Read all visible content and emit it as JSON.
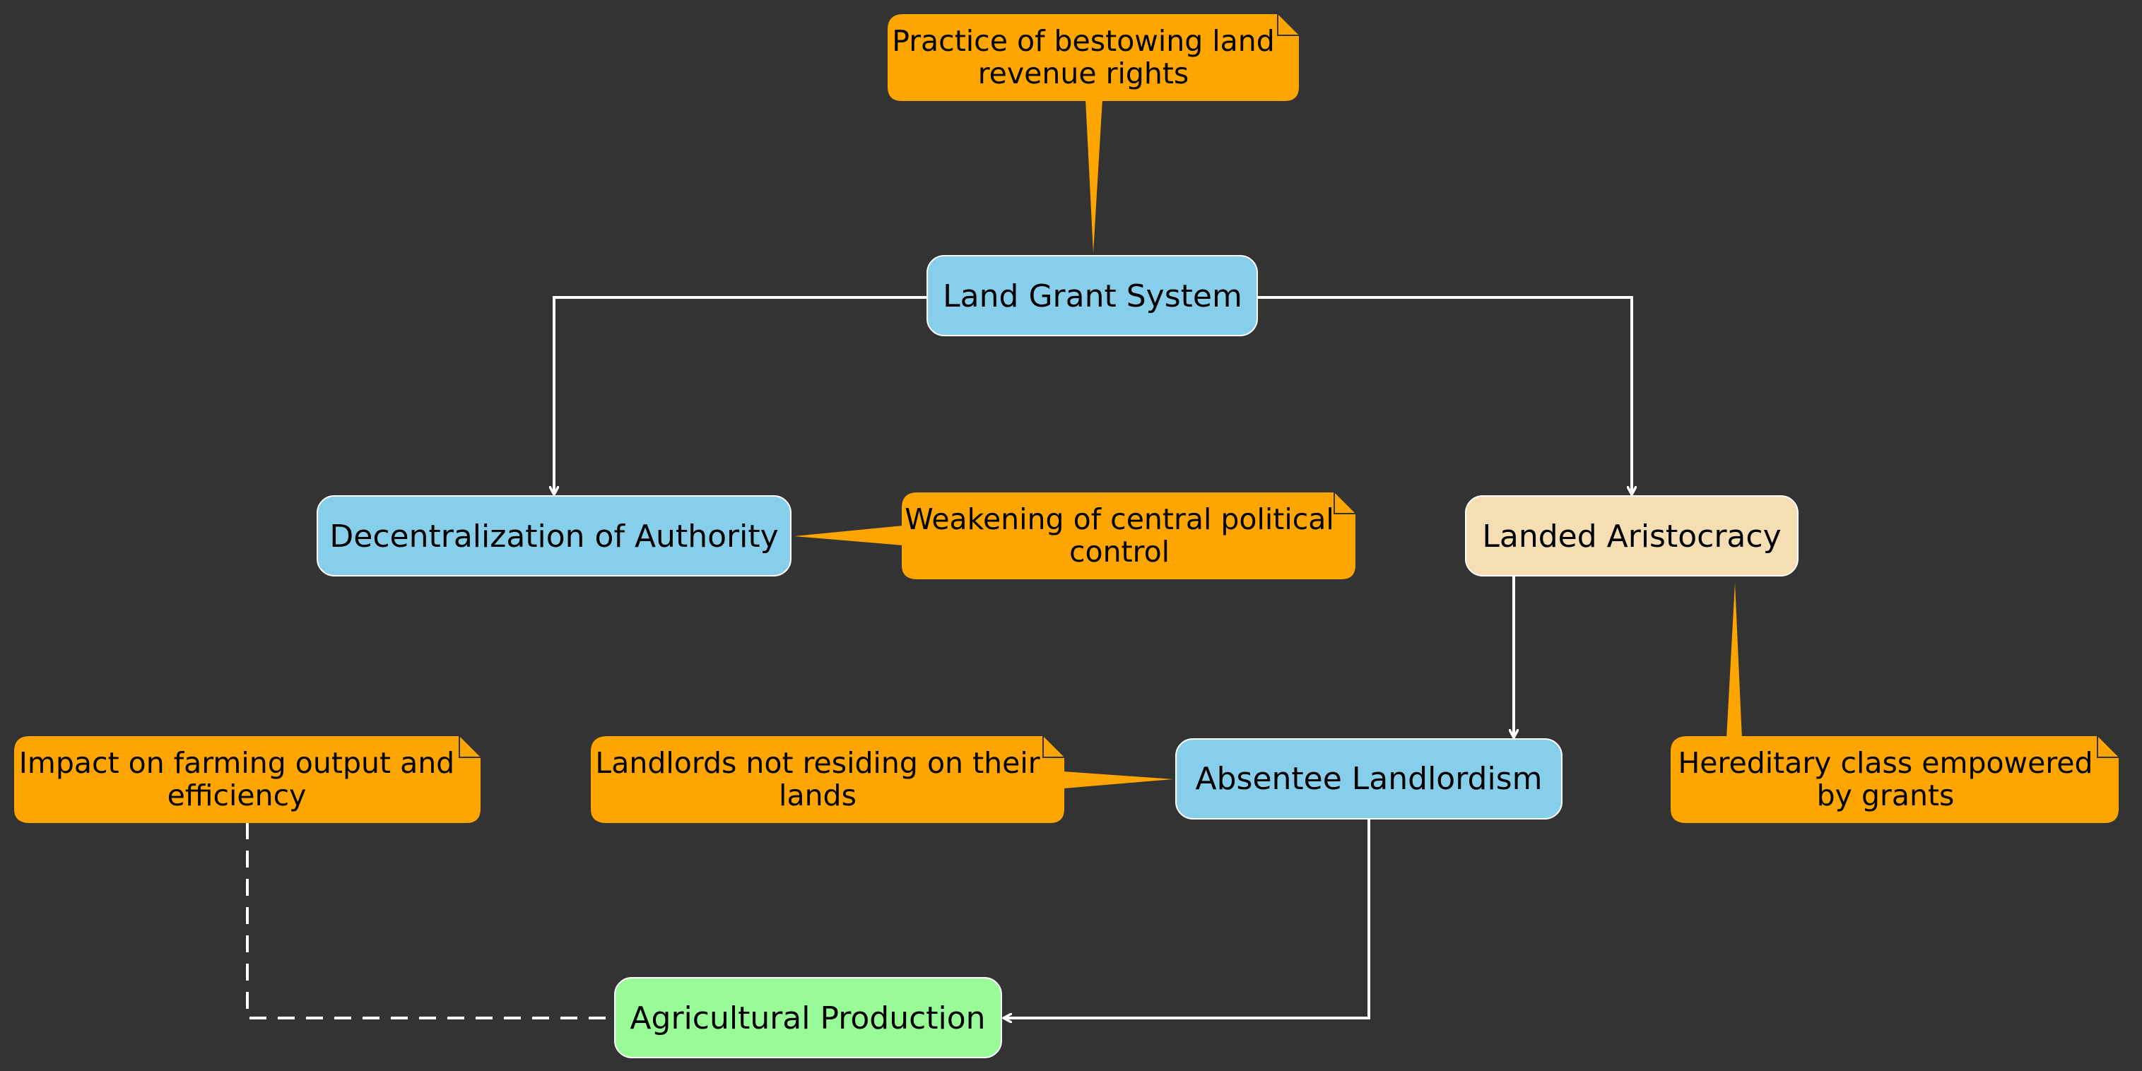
{
  "colors": {
    "background": "#333333",
    "note_fill": "#FFA500",
    "concept_fill": "#87CEEB",
    "aristocracy_fill": "#F5DEB3",
    "production_fill": "#98FB98",
    "edge": "#FFFFFF",
    "text": "#000000"
  },
  "nodes": {
    "land_grant": "Land Grant System",
    "decentralization": "Decentralization of Authority",
    "aristocracy": "Landed Aristocracy",
    "absentee": "Absentee Landlordism",
    "agriculture": "Agricultural Production"
  },
  "notes": {
    "land_grant": [
      "Practice of bestowing land",
      "revenue rights"
    ],
    "decentralization": [
      "Weakening of central political",
      "control"
    ],
    "aristocracy": [
      "Hereditary class empowered",
      "by grants"
    ],
    "absentee": [
      "Landlords not residing on their",
      "lands"
    ],
    "agriculture": [
      "Impact on farming output and",
      "efficiency"
    ]
  }
}
